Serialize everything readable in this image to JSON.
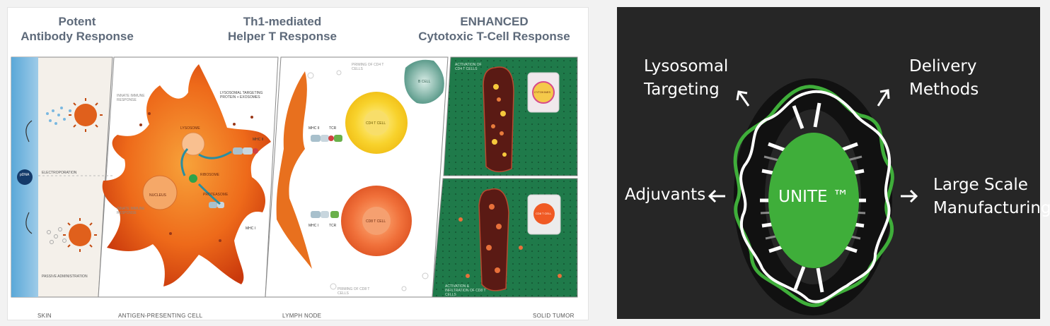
{
  "left": {
    "headers": [
      {
        "line1": "Potent",
        "line2": "Antibody Response"
      },
      {
        "line1": "Th1-mediated",
        "line2": "Helper T Response"
      },
      {
        "line1": "ENHANCED",
        "line2": "Cytotoxic T-Cell Response"
      }
    ],
    "footers": [
      "SKIN",
      "ANTIGEN-PRESENTING CELL",
      "LYMPH NODE",
      "SOLID TUMOR"
    ],
    "labels": {
      "dna": "pDNA",
      "electroporation": "ELECTROPORATION",
      "passive": "PASSIVE ADMINISTRATION",
      "innate": "INNATE IMMUNE RESPONSE",
      "adaptive": "INNATE IMMUNE RESPONSE",
      "lysosomal": "LYSOSOMAL TARGETING PROTEIN + EXOSOMES",
      "lysosome": "LYSOSOME",
      "mhc2": "MHC II",
      "ribosome": "RIBOSOME",
      "proteasome": "PROTEASOME",
      "mhc1": "MHC I",
      "nucleus": "NUCLEUS",
      "priming4": "PRIMING OF CD4 T CELLS",
      "priming8": "PRIMING OF CD8 T CELLS",
      "bcell": "B CELL",
      "cd4": "CD4 T CELL",
      "cd8": "CD8 T CELL",
      "mhc2b": "MHC II",
      "tcr1": "TCR",
      "mhc1b": "MHC I",
      "tcr2": "TCR",
      "activation4": "ACTIVATION OF CD4 T CELLS",
      "activation8": "ACTIVATION & INFILTRATION OF CD8 T CELLS",
      "cytokines": "CYTOKINES",
      "tumorcell": "CD8 T CELL"
    }
  },
  "right": {
    "center": "UNITE ™",
    "lysosomal": {
      "line1": "Lysosomal",
      "line2": "Targeting"
    },
    "delivery": {
      "line1": "Delivery",
      "line2": "Methods"
    },
    "adjuvants": "Adjuvants",
    "largescale": {
      "line1": "Large Scale",
      "line2": "Manufacturing"
    }
  },
  "colors": {
    "accent_green": "#3fae3a",
    "orange": "#f07a20",
    "dark": "#262626",
    "header_text": "#5e6a7a"
  }
}
